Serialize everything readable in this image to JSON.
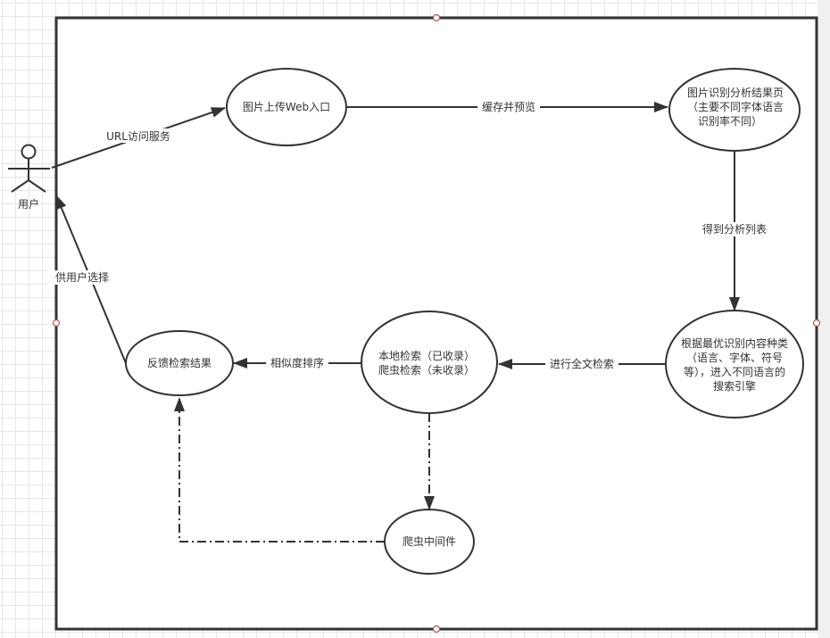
{
  "actor": {
    "label": "用户",
    "icon": "stick-figure-actor"
  },
  "nodes": [
    {
      "id": "upload",
      "lines": [
        "图片上传Web入口"
      ]
    },
    {
      "id": "result-page",
      "lines": [
        "图片识别分析结果页",
        "（主要不同字体语言",
        "识别率不同）"
      ]
    },
    {
      "id": "route",
      "lines": [
        "根据最优识别内容种类",
        "（语言、字体、符号",
        "等），进入不同语言的",
        "搜索引擎"
      ]
    },
    {
      "id": "search",
      "lines": [
        "本地检索（已收录）",
        "爬虫检索（未收录）"
      ]
    },
    {
      "id": "feedback",
      "lines": [
        "反馈检索结果"
      ]
    },
    {
      "id": "crawler",
      "lines": [
        "爬虫中间件"
      ]
    }
  ],
  "edges": [
    {
      "from": "actor",
      "to": "upload",
      "label": "URL访问服务",
      "style": "solid"
    },
    {
      "from": "upload",
      "to": "result-page",
      "label": "缓存并预览",
      "style": "solid"
    },
    {
      "from": "result-page",
      "to": "route",
      "label": "得到分析列表",
      "style": "solid"
    },
    {
      "from": "route",
      "to": "search",
      "label": "进行全文检索",
      "style": "solid"
    },
    {
      "from": "search",
      "to": "feedback",
      "label": "相似度排序",
      "style": "solid"
    },
    {
      "from": "feedback",
      "to": "actor",
      "label": "供用户选择",
      "style": "solid"
    },
    {
      "from": "search",
      "to": "crawler",
      "label": "",
      "style": "dash-dot"
    },
    {
      "from": "crawler",
      "to": "feedback",
      "label": "",
      "style": "dash-dot"
    }
  ],
  "colors": {
    "stroke": "#333333",
    "handle": "#b85450",
    "grid": "#e6e6e6",
    "panel": "#f0f0f0"
  }
}
